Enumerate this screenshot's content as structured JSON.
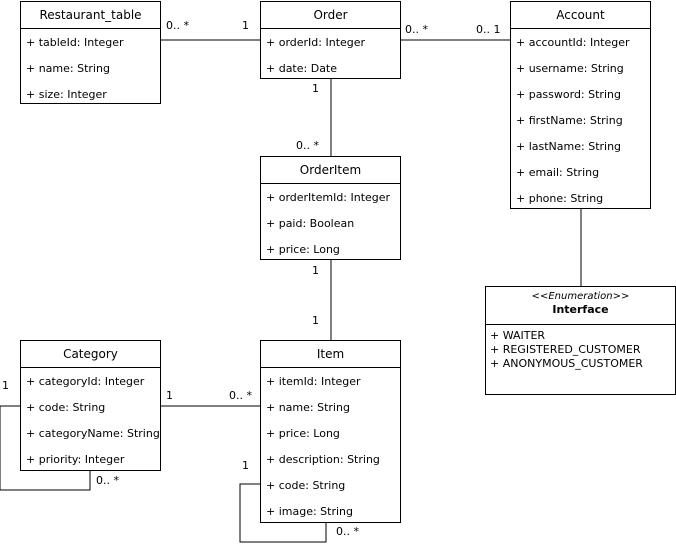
{
  "classes": {
    "restaurant_table": {
      "name": "Restaurant_table",
      "attributes": [
        "+ tableId: Integer",
        "+ name: String",
        "+ size: Integer"
      ]
    },
    "order": {
      "name": "Order",
      "attributes": [
        "+ orderId: Integer",
        "+ date: Date"
      ]
    },
    "account": {
      "name": "Account",
      "attributes": [
        "+ accountId: Integer",
        "+ username: String",
        "+ password: String",
        "+ firstName: String",
        "+ lastName: String",
        "+ email: String",
        "+ phone: String"
      ]
    },
    "order_item": {
      "name": "OrderItem",
      "attributes": [
        "+ orderItemId: Integer",
        "+ paid: Boolean",
        "+ price: Long"
      ]
    },
    "category": {
      "name": "Category",
      "attributes": [
        "+ categoryId: Integer",
        "+ code: String",
        "+ categoryName: String",
        "+ priority: Integer"
      ]
    },
    "item": {
      "name": "Item",
      "attributes": [
        "+ itemId: Integer",
        "+ name: String",
        "+ price: Long",
        "+ description: String",
        "+ code: String",
        "+ image: String"
      ]
    }
  },
  "enumeration": {
    "stereotype": "<<Enumeration>>",
    "name": "Interface",
    "literals": [
      "+ WAITER",
      "+ REGISTERED_CUSTOMER",
      "+ ANONYMOUS_CUSTOMER"
    ]
  },
  "multiplicities": {
    "table_order_table_end": "0.. *",
    "table_order_order_end": "1",
    "order_account_order_end": "0.. *",
    "order_account_account_end": "0.. 1",
    "order_orderitem_order_end": "1",
    "order_orderitem_item_end": "0.. *",
    "orderitem_item_orderitem_end": "1",
    "orderitem_item_item_end": "1",
    "category_item_category_end": "1",
    "category_item_item_end": "0.. *",
    "category_self_one": "1",
    "category_self_many": "0.. *",
    "item_self_one": "1",
    "item_self_many": "0.. *"
  },
  "colors": {
    "stroke": "#000000",
    "fill": "#ffffff"
  }
}
